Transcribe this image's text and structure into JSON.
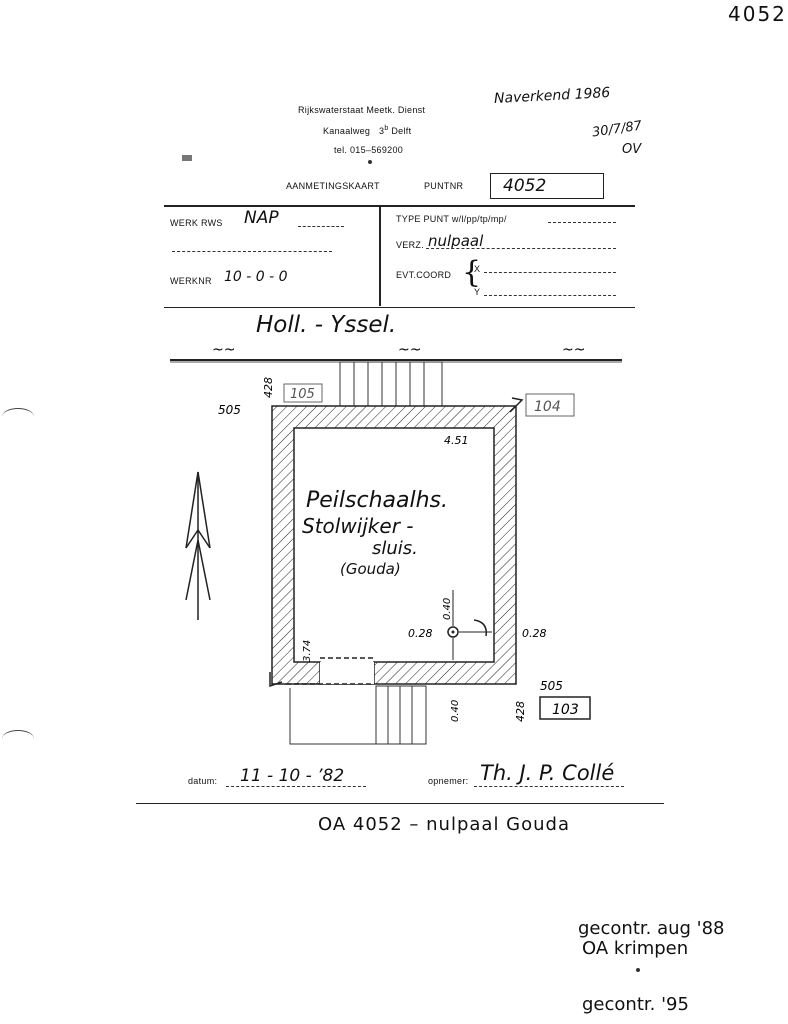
{
  "corner_number": "4052",
  "header": {
    "org_line": "Rijkswaterstaat  Meetk. Dienst",
    "address_line_pre": "Kanaalweg",
    "address_number": "3",
    "address_sup": "b",
    "address_city": "Delft",
    "phone": "tel. 015–569200",
    "note_verified": "Naverkend 1986",
    "note_date": "30/7/87",
    "note_initials": "OV"
  },
  "title": {
    "label": "AANMETINGSKAART",
    "punt_label": "PUNTNR",
    "punt_value": "4052"
  },
  "form": {
    "werk_label": "WERK  RWS",
    "werk_value": "NAP",
    "werknr_label": "WERKNR",
    "werknr_value": "10 - 0 - 0",
    "type_label": "TYPE PUNT w/l/pp/tp/mp/",
    "verz_label": "VERZ.",
    "verz_value": "nulpaal",
    "coord_label": "EVT.COORD",
    "x_label": "X",
    "y_label": "Y"
  },
  "sketch": {
    "river": "Holl. - Yssel.",
    "water_marks": [
      "~~",
      "~~",
      "~~"
    ],
    "building_line1": "Peilschaalhs.",
    "building_line2": "Stolwijker -",
    "building_line3": "sluis.",
    "building_line4": "(Gouda)",
    "dim_505_top": "505",
    "dim_428_top": "428",
    "dim_451": "4.51",
    "dim_374": "3.74",
    "dim_040_up": "0.40",
    "dim_028_left": "0.28",
    "dim_028_right": "0.28",
    "dim_505_bottom": "505",
    "dim_428_bottom": "428",
    "dim_040_down": "0.40",
    "ref_105": "105",
    "ref_104": "104",
    "ref_103": "103"
  },
  "footer": {
    "datum_label": "datum:",
    "datum_value": "11 - 10 - ’82",
    "opnemer_label": "opnemer:",
    "opnemer_value": "Th. J. P. Collé",
    "caption": "OA 4052 – nulpaal Gouda"
  },
  "annotations": {
    "check_1_line1": "gecontr. aug '88",
    "check_1_line2": "OA krimpen",
    "check_2": "gecontr. '95"
  }
}
